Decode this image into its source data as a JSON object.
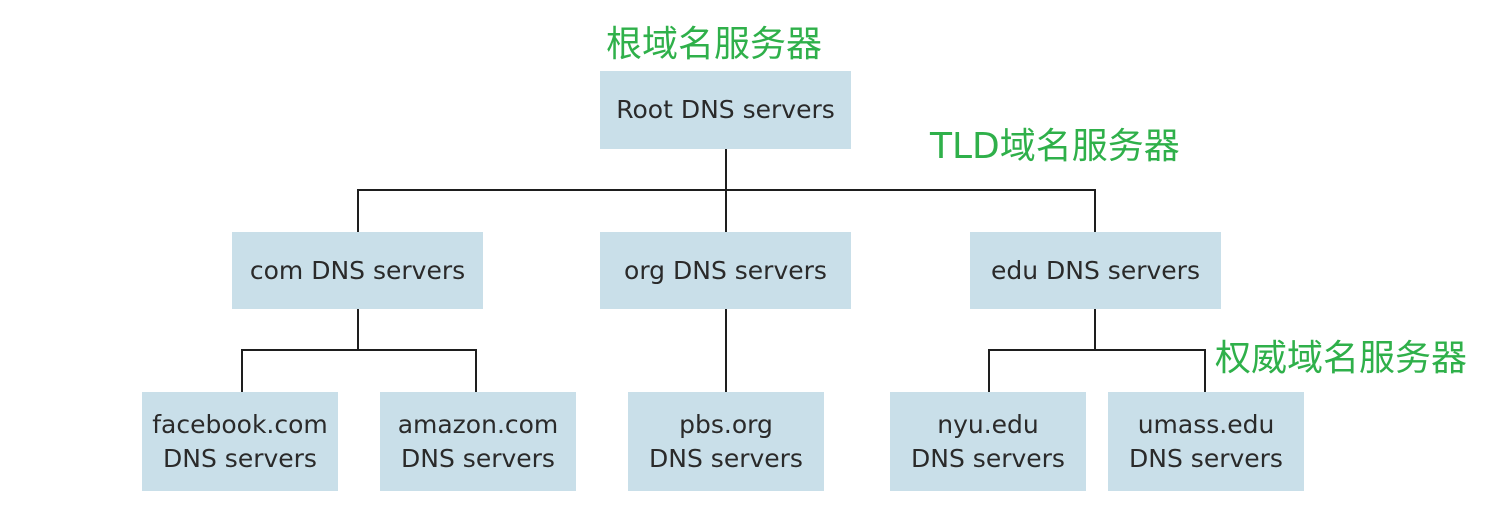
{
  "colors": {
    "box_fill": "#c9dfe9",
    "label": "#2fb04a",
    "line": "#1e1e1e",
    "text": "#2a2a2a"
  },
  "labels": {
    "root_level": "根域名服务器",
    "tld_level": "TLD域名服务器",
    "auth_level": "权威域名服务器"
  },
  "nodes": {
    "root": {
      "line1": "Root DNS servers"
    },
    "com": {
      "line1": "com DNS servers"
    },
    "org": {
      "line1": "org DNS servers"
    },
    "edu": {
      "line1": "edu DNS servers"
    },
    "facebook": {
      "line1": "facebook.com",
      "line2": "DNS servers"
    },
    "amazon": {
      "line1": "amazon.com",
      "line2": "DNS servers"
    },
    "pbs": {
      "line1": "pbs.org",
      "line2": "DNS servers"
    },
    "nyu": {
      "line1": "nyu.edu",
      "line2": "DNS servers"
    },
    "umass": {
      "line1": "umass.edu",
      "line2": "DNS servers"
    }
  },
  "edges": [
    [
      "root",
      "com"
    ],
    [
      "root",
      "org"
    ],
    [
      "root",
      "edu"
    ],
    [
      "com",
      "facebook"
    ],
    [
      "com",
      "amazon"
    ],
    [
      "org",
      "pbs"
    ],
    [
      "edu",
      "nyu"
    ],
    [
      "edu",
      "umass"
    ]
  ]
}
